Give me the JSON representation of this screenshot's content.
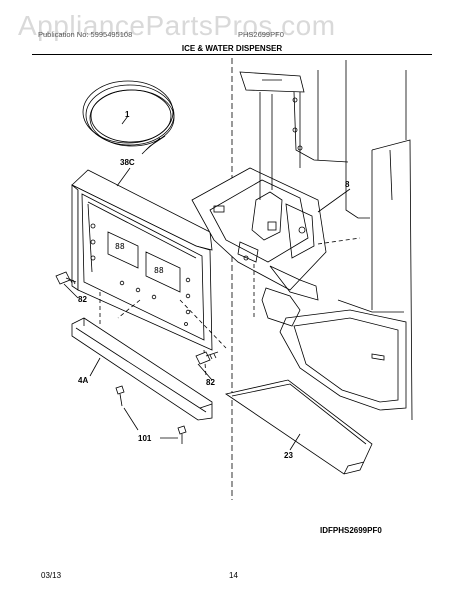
{
  "watermark": "AppliancePartsPros.com",
  "header": {
    "left_text": "Publication No: 5995495108",
    "right_text": "PHS2699PF0",
    "title": "ICE & WATER DISPENSER"
  },
  "callouts": {
    "c1": "1",
    "c38c": "38C",
    "c8": "8",
    "c82a": "82",
    "c82b": "82",
    "c4a": "4A",
    "c101": "101",
    "c23": "23"
  },
  "control_panel": {
    "display_left": "88",
    "display_right": "88"
  },
  "figure_id": "IDFPHS2699PF0",
  "footer": {
    "date": "03/13",
    "page": "14"
  }
}
